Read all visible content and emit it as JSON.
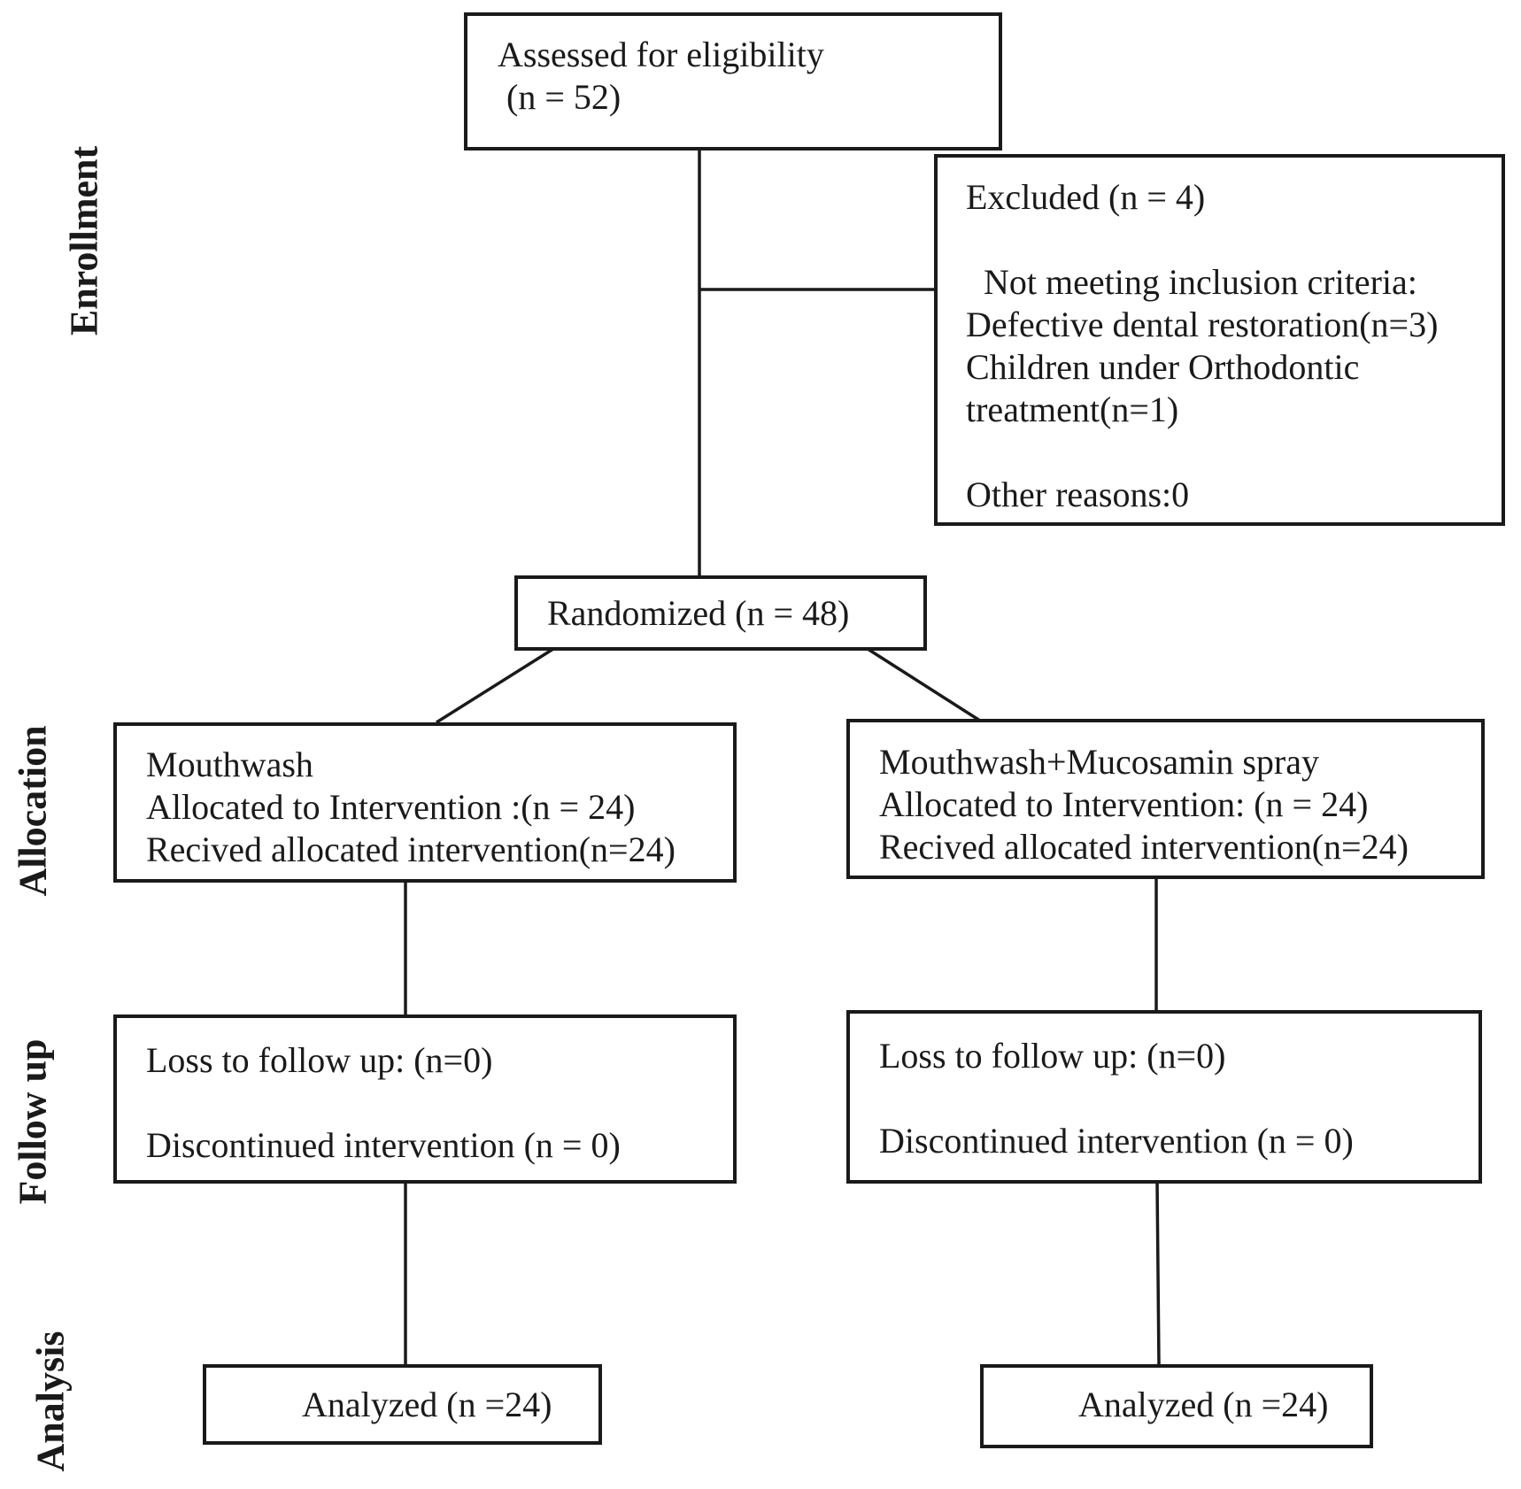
{
  "stages": {
    "enrollment": "Enrollment",
    "allocation": "Allocation",
    "follow_up": "Follow up",
    "analysis": "Analysis"
  },
  "assessed": {
    "line1": "Assessed for eligibility",
    "line2": "(n = 52)"
  },
  "excluded": {
    "title": "Excluded (n = 4)",
    "criteria_heading": "Not meeting inclusion criteria:",
    "reason1": "Defective dental restoration(n=3)",
    "reason2_line1": "Children under Orthodontic",
    "reason2_line2": "treatment(n=1)",
    "other": "Other reasons:0"
  },
  "randomized": "Randomized (n = 48)",
  "left_arm": {
    "allocation": {
      "name": "Mouthwash",
      "allocated": "Allocated to Intervention :(n = 24)",
      "received": "Recived allocated intervention(n=24)"
    },
    "follow_up": {
      "loss": "Loss to follow up: (n=0)",
      "discontinued": "Discontinued intervention (n = 0)"
    },
    "analyzed": "Analyzed (n =24)"
  },
  "right_arm": {
    "allocation": {
      "name": "Mouthwash+Mucosamin spray",
      "allocated": "Allocated to Intervention: (n = 24)",
      "received": "Recived allocated intervention(n=24)"
    },
    "follow_up": {
      "loss": "Loss to follow up: (n=0)",
      "discontinued": "Discontinued intervention (n = 0)"
    },
    "analyzed": "Analyzed (n =24)"
  }
}
